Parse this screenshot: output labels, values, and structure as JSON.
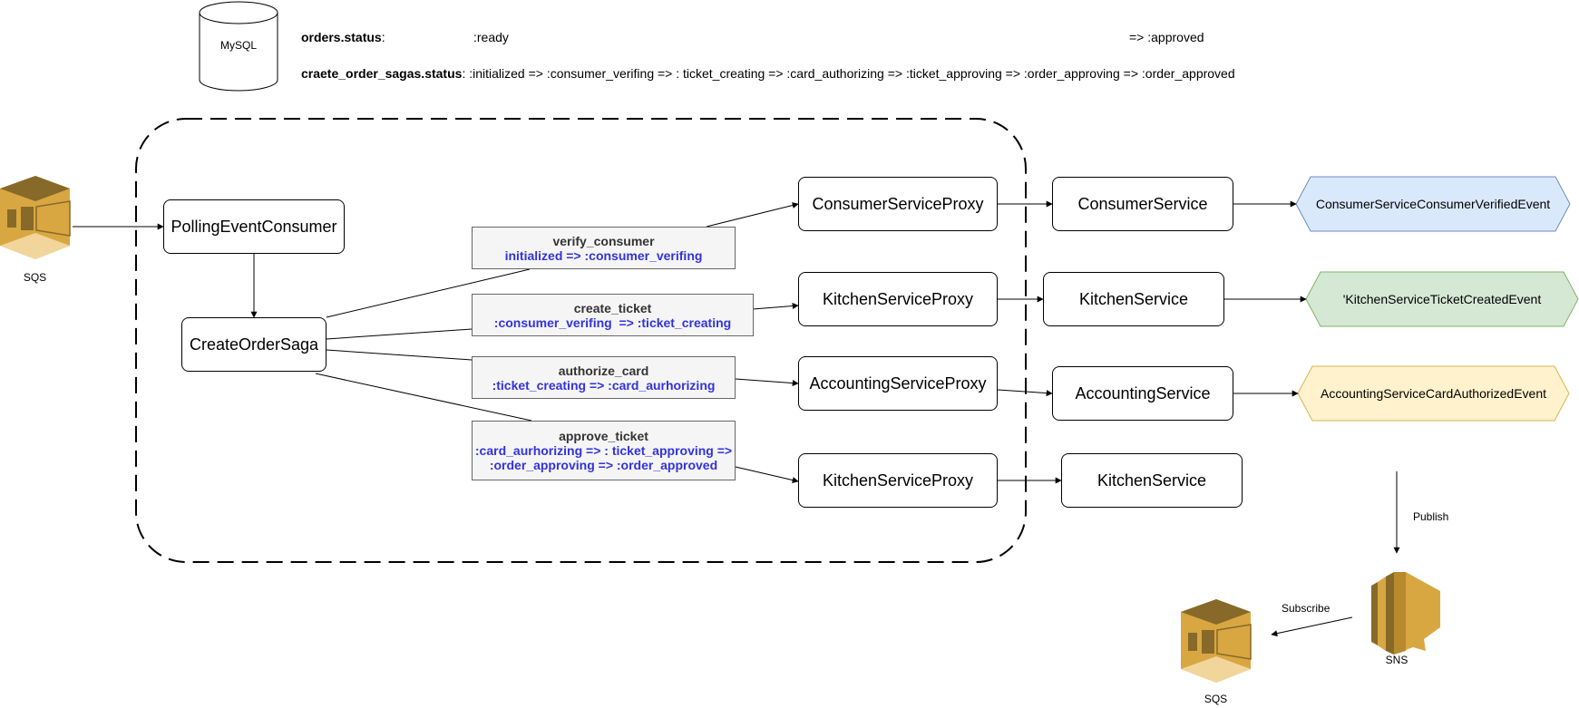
{
  "db": {
    "label": "MySQL",
    "orders_status_key": "orders.status",
    "orders_status_sep": ":",
    "orders_status_ready": ":ready",
    "orders_status_approved": "=> :approved",
    "sagas_status_key": "craete_order_sagas.status",
    "sagas_status_value": ": :initialized => :consumer_verifing => : ticket_creating => :card_authorizing => :ticket_approving => :order_approving => :order_approved"
  },
  "sqs_in_label": "SQS",
  "polling_consumer": "PollingEventConsumer",
  "saga": "CreateOrderSaga",
  "steps": [
    {
      "name": "verify_consumer",
      "lines": [
        "initialized => :consumer_verifing"
      ]
    },
    {
      "name": "create_ticket",
      "lines": [
        ":consumer_verifing  => :ticket_creating"
      ]
    },
    {
      "name": "authorize_card",
      "lines": [
        ":ticket_creating => :card_aurhorizing"
      ]
    },
    {
      "name": "approve_ticket",
      "lines": [
        ":card_aurhorizing => : ticket_approving =>",
        ":order_approving => :order_approved"
      ]
    }
  ],
  "proxies": [
    "ConsumerServiceProxy",
    "KitchenServiceProxy",
    "AccountingServiceProxy",
    "KitchenServiceProxy"
  ],
  "services": [
    "ConsumerService",
    "KitchenService",
    "AccountingService",
    "KitchenService"
  ],
  "events": [
    {
      "label": "ConsumerServiceConsumerVerifiedEvent",
      "fill": "#dae8fc",
      "stroke": "#6c8ebf"
    },
    {
      "label": "'KitchenServiceTicketCreatedEvent",
      "fill": "#d5e8d4",
      "stroke": "#82b366"
    },
    {
      "label": "AccountingServiceCardAuthorizedEvent",
      "fill": "#fff2cc",
      "stroke": "#d6b656"
    }
  ],
  "publish_label": "Publish",
  "subscribe_label": "Subscribe",
  "sns_label": "SNS",
  "sqs_out_label": "SQS",
  "colors": {
    "aws_orange": "#D9A741",
    "aws_dark": "#876929",
    "aws_light": "#F2D59B"
  }
}
